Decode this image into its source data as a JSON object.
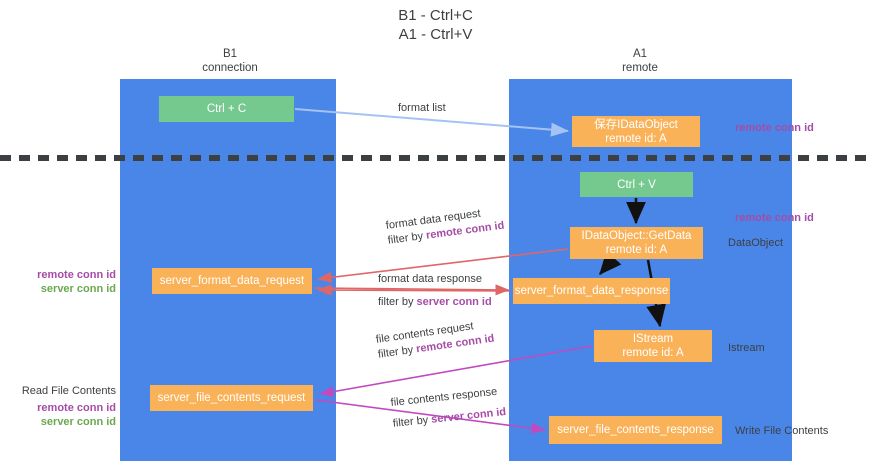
{
  "title": {
    "line1": "B1 - Ctrl+C",
    "line2": "A1 - Ctrl+V"
  },
  "columns": {
    "b1": {
      "name": "B1",
      "role": "connection"
    },
    "a1": {
      "name": "A1",
      "role": "remote"
    }
  },
  "boxes": {
    "ctrl_c": "Ctrl + C",
    "ctrl_v": "Ctrl + V",
    "idataobject": {
      "line1": "保存IDataObject",
      "line2": "remote id: A"
    },
    "getdata": {
      "line1": "IDataObject::GetData",
      "line2": "remote id: A"
    },
    "istream": {
      "line1": "IStream",
      "line2": "remote id: A"
    },
    "server_format_data_request": "server_format_data_request",
    "server_format_data_response": "server_format_data_response",
    "server_file_contents_request": "server_file_contents_request",
    "server_file_contents_response": "server_file_contents_response"
  },
  "edges": {
    "format_list": "format list",
    "format_data_request": {
      "line1": "format data request",
      "prefix": "filter by ",
      "key": "remote conn id"
    },
    "format_data_response": {
      "line1": "format data response",
      "prefix": "filter by ",
      "key": "server conn id"
    },
    "file_contents_request": {
      "line1": "file contents request",
      "prefix": "filter by ",
      "key": "remote conn id"
    },
    "file_contents_response": {
      "line1": "file contents response",
      "prefix": "filter by ",
      "key": "server conn id"
    }
  },
  "annotations": {
    "remote_conn_id_top": "remote conn id",
    "remote_conn_id_mid": "remote conn id",
    "dataobject": "DataObject",
    "istream": "Istream",
    "write_file_contents": "Write File Contents",
    "read_file_contents": "Read File Contents",
    "left_remote_conn_id_1": "remote conn id",
    "left_server_conn_id_1": "server conn id",
    "left_remote_conn_id_2": "remote conn id",
    "left_server_conn_id_2": "server conn id"
  },
  "colors": {
    "lane": "#4a86e8",
    "green_box": "#76c98e",
    "orange_box": "#fab259",
    "purple": "#a64ca6",
    "green_text": "#6aa84f",
    "arrow_blue": "#a4c2f4",
    "arrow_red": "#e06666",
    "arrow_magenta": "#c04ac0",
    "arrow_black": "#000000",
    "background": "#ffffff"
  }
}
